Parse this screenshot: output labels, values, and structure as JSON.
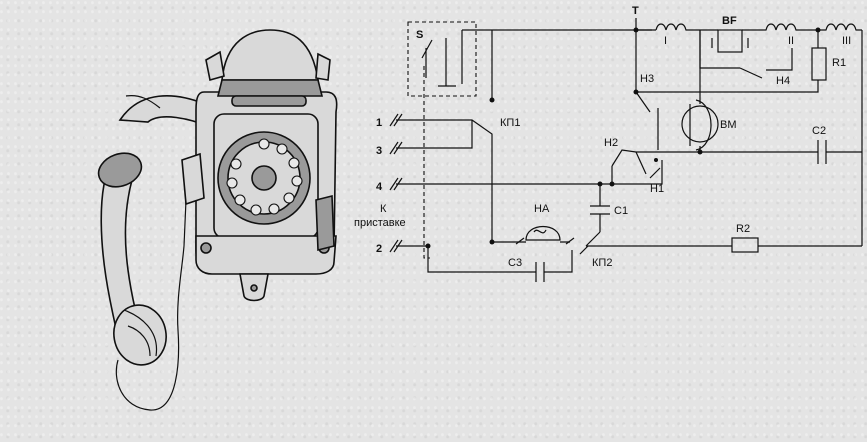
{
  "labels": {
    "T": "T",
    "BF": "BF",
    "coil1": "I",
    "coil2": "II",
    "coil3": "III",
    "R1": "R1",
    "H3": "H3",
    "H4": "H4",
    "BM": "BM",
    "C2": "C2",
    "H2": "H2",
    "H1": "H1",
    "S": "S",
    "KP1": "КП1",
    "t1": "1",
    "t3": "3",
    "t4": "4",
    "t2": "2",
    "K": "К",
    "pristavke": "приставке",
    "HA": "HA",
    "C1": "C1",
    "C3": "C3",
    "KP2": "КП2",
    "R2": "R2"
  }
}
